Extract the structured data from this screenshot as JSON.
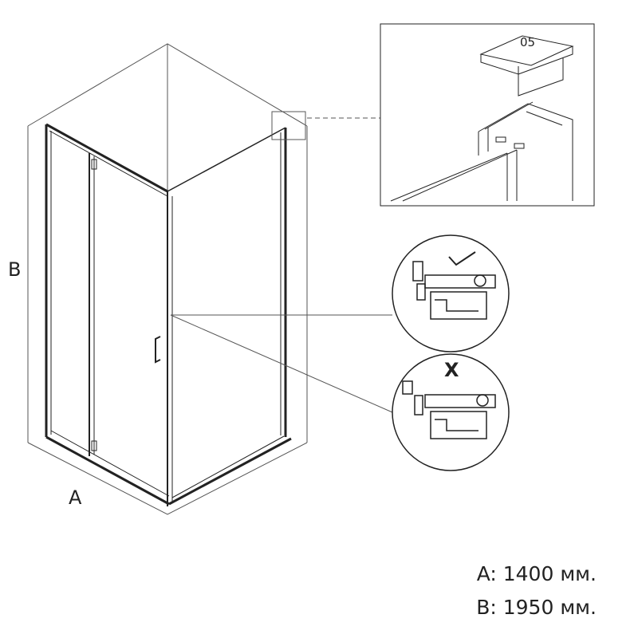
{
  "labels": {
    "dimension_a": "A",
    "dimension_b": "B",
    "detail_tag": "05",
    "correct_mark": "✓",
    "wrong_mark": "X"
  },
  "dimensions": {
    "a_label": "A:",
    "a_value": "1400 мм.",
    "b_label": "B:",
    "b_value": "1950 мм."
  },
  "colors": {
    "line": "#222222",
    "light_line": "#555555",
    "background": "#ffffff"
  },
  "icons": {
    "correct": "checkmark-icon",
    "wrong": "cross-icon"
  }
}
